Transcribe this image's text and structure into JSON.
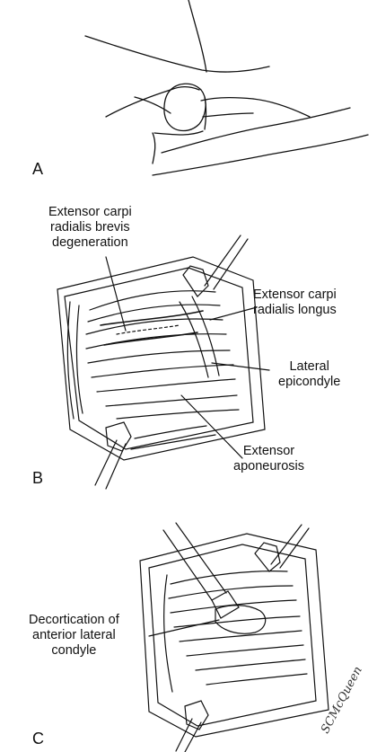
{
  "panels": [
    {
      "id": "A",
      "letter": "A",
      "labels": []
    },
    {
      "id": "B",
      "letter": "B",
      "labels": [
        {
          "key": "ecrb",
          "text": "Extensor carpi\nradialis brevis\ndegeneration"
        },
        {
          "key": "ecrl",
          "text": "Extensor carpi\nradialis longus"
        },
        {
          "key": "lat_epi",
          "text": "Lateral\nepicondyle"
        },
        {
          "key": "ext_apo",
          "text": "Extensor\naponeurosis"
        }
      ]
    },
    {
      "id": "C",
      "letter": "C",
      "labels": [
        {
          "key": "decort",
          "text": "Decortication of\nanterior lateral\ncondyle"
        }
      ]
    }
  ],
  "signature": "SCMcQueen"
}
